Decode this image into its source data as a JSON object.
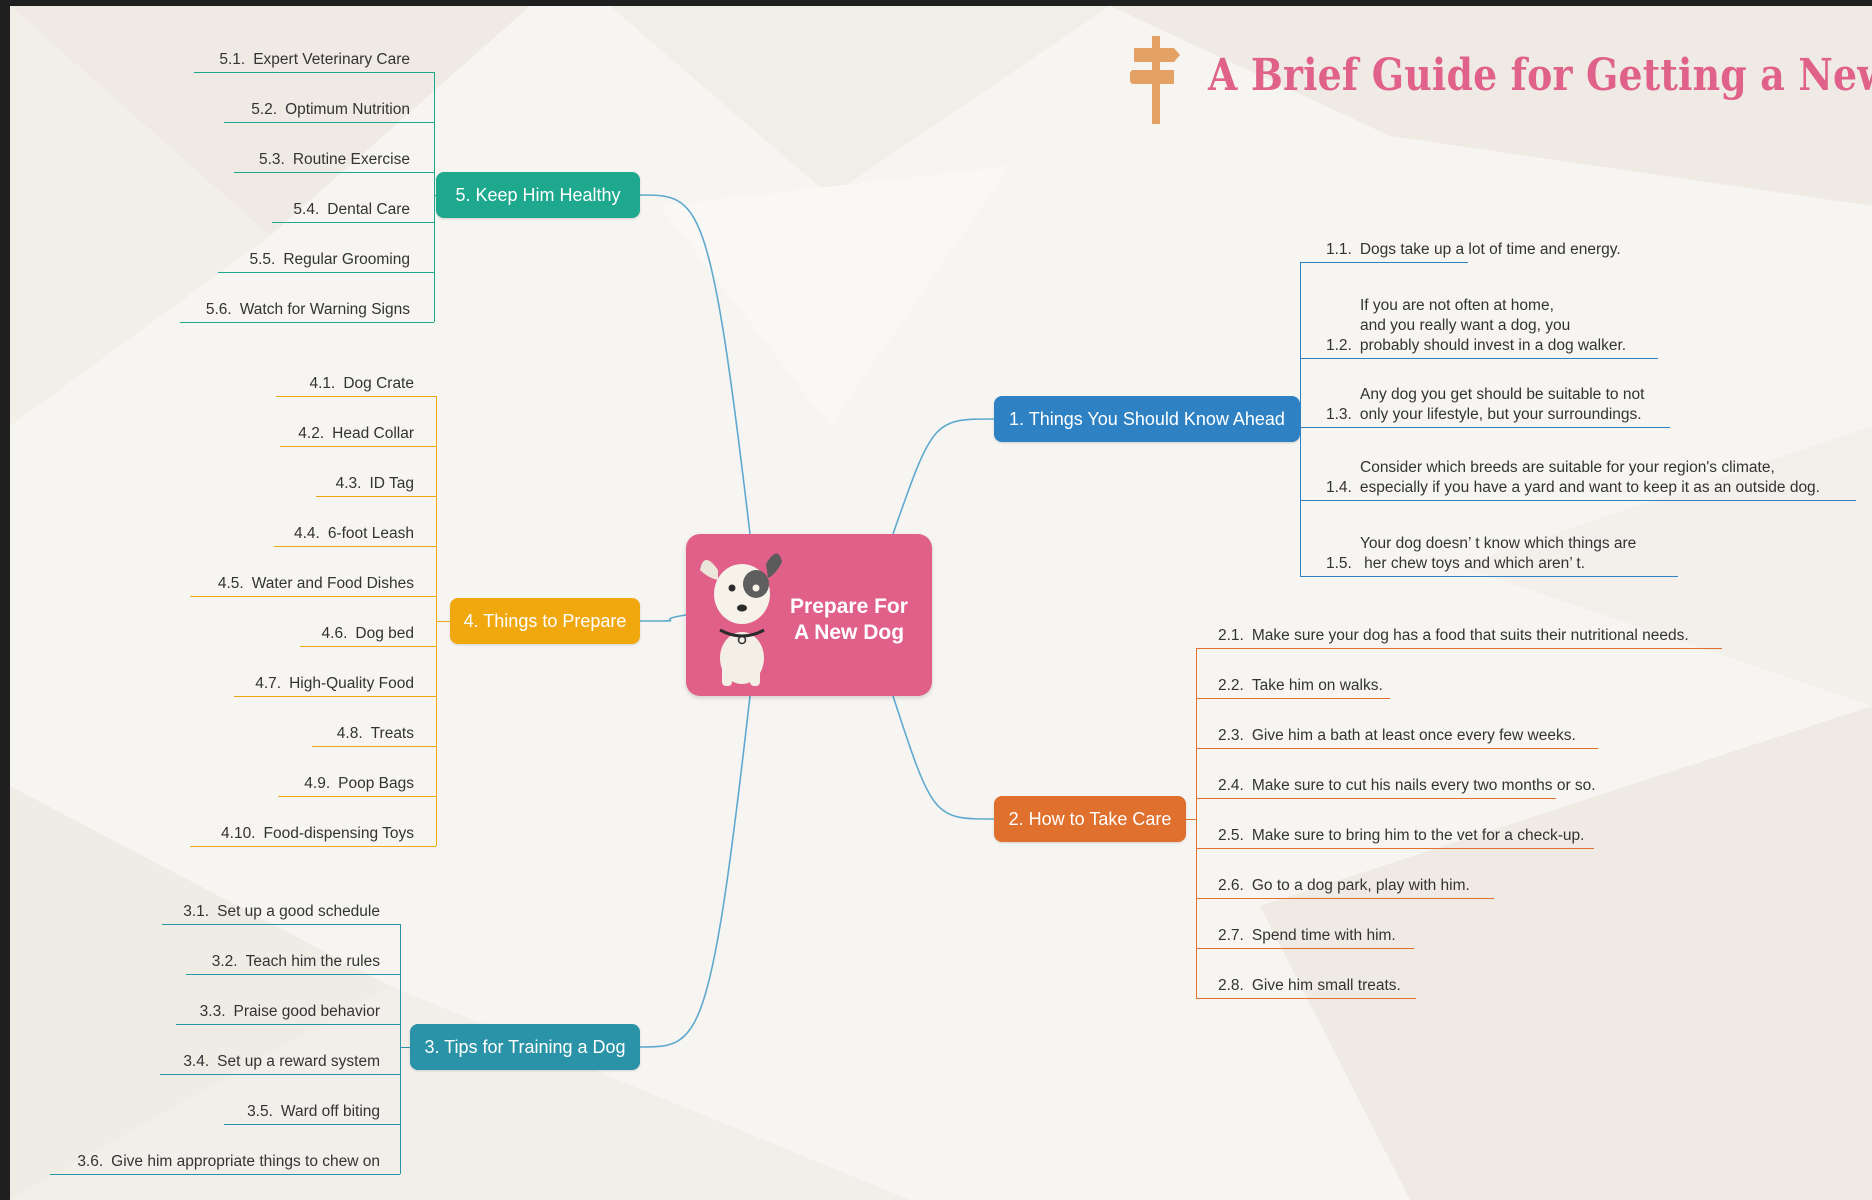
{
  "title": "A Brief Guide for Getting a New Dog",
  "center": {
    "label": "Prepare For\nA New Dog"
  },
  "colors": {
    "center": "#e0608a",
    "b1": "#2e82c4",
    "b2": "#e0702e",
    "b3": "#2a93a8",
    "b4": "#f0a80e",
    "b5": "#1ea88e",
    "title": "#e0628a",
    "connector": "#5fa9cf"
  },
  "branches": {
    "b1": {
      "label": "1.  Things You Should Know Ahead",
      "items": [
        {
          "num": "1.1.",
          "lines": [
            "Dogs take up a lot of time and energy."
          ]
        },
        {
          "num": "1.2.",
          "lines": [
            "If you are not often at home,",
            "and you really want a dog, you",
            "probably should invest in a dog walker."
          ]
        },
        {
          "num": "1.3.",
          "lines": [
            "Any dog you get should be suitable to not",
            "only your lifestyle, but your surroundings."
          ]
        },
        {
          "num": "1.4.",
          "lines": [
            "Consider which breeds are suitable for your region's climate,",
            "especially if you have a yard and want to keep it as an outside dog."
          ]
        },
        {
          "num": "1.5.",
          "lines": [
            "Your dog doesn’ t know which things are",
            " her chew toys and which aren’ t."
          ]
        }
      ]
    },
    "b2": {
      "label": "2.  How to Take Care",
      "items": [
        {
          "num": "2.1.",
          "lines": [
            "Make sure your dog has a food that suits their nutritional needs."
          ]
        },
        {
          "num": "2.2.",
          "lines": [
            "Take him on walks."
          ]
        },
        {
          "num": "2.3.",
          "lines": [
            "Give him a bath at least once every few weeks."
          ]
        },
        {
          "num": "2.4.",
          "lines": [
            "Make sure to cut his nails every two months  or so."
          ]
        },
        {
          "num": "2.5.",
          "lines": [
            "Make sure to bring him to the vet for a check-up."
          ]
        },
        {
          "num": "2.6.",
          "lines": [
            "Go to a dog park, play with him."
          ]
        },
        {
          "num": "2.7.",
          "lines": [
            "Spend time with him."
          ]
        },
        {
          "num": "2.8.",
          "lines": [
            "Give him small treats."
          ]
        }
      ]
    },
    "b3": {
      "label": "3.  Tips for Training a Dog",
      "items": [
        {
          "num": "3.1.",
          "lines": [
            "Set up a good schedule"
          ]
        },
        {
          "num": "3.2.",
          "lines": [
            "Teach him the rules"
          ]
        },
        {
          "num": "3.3.",
          "lines": [
            "Praise good behavior"
          ]
        },
        {
          "num": "3.4.",
          "lines": [
            "Set up a reward system"
          ]
        },
        {
          "num": "3.5.",
          "lines": [
            "Ward off biting"
          ]
        },
        {
          "num": "3.6.",
          "lines": [
            "Give him appropriate things to chew on"
          ]
        }
      ]
    },
    "b4": {
      "label": "4.  Things to Prepare",
      "items": [
        {
          "num": "4.1.",
          "lines": [
            "Dog Crate"
          ]
        },
        {
          "num": "4.2.",
          "lines": [
            "Head Collar"
          ]
        },
        {
          "num": "4.3.",
          "lines": [
            "ID Tag"
          ]
        },
        {
          "num": "4.4.",
          "lines": [
            "6-foot Leash"
          ]
        },
        {
          "num": "4.5.",
          "lines": [
            "Water and Food Dishes"
          ]
        },
        {
          "num": "4.6.",
          "lines": [
            "Dog bed"
          ]
        },
        {
          "num": "4.7.",
          "lines": [
            "High-Quality Food"
          ]
        },
        {
          "num": "4.8.",
          "lines": [
            "Treats"
          ]
        },
        {
          "num": "4.9.",
          "lines": [
            "Poop Bags"
          ]
        },
        {
          "num": "4.10.",
          "lines": [
            "Food-dispensing Toys"
          ]
        }
      ]
    },
    "b5": {
      "label": "5.  Keep Him Healthy",
      "items": [
        {
          "num": "5.1.",
          "lines": [
            "Expert Veterinary Care"
          ]
        },
        {
          "num": "5.2.",
          "lines": [
            "Optimum Nutrition"
          ]
        },
        {
          "num": "5.3.",
          "lines": [
            "Routine Exercise"
          ]
        },
        {
          "num": "5.4.",
          "lines": [
            "Dental Care"
          ]
        },
        {
          "num": "5.5.",
          "lines": [
            "Regular Grooming"
          ]
        },
        {
          "num": "5.6.",
          "lines": [
            "Watch for Warning Signs"
          ]
        }
      ]
    }
  }
}
